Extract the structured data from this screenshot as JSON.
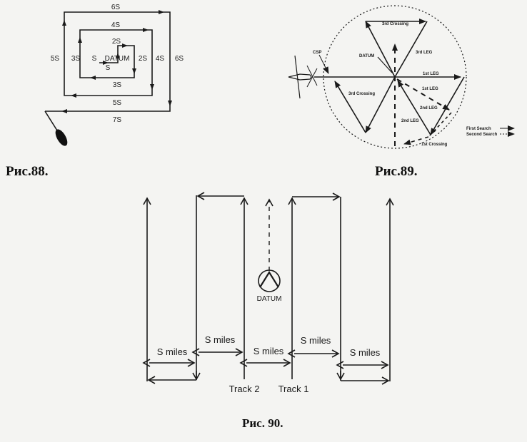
{
  "figures": {
    "fig88": {
      "caption": "Рис.88.",
      "labels": {
        "s6": "6S",
        "s4": "4S",
        "s2": "2S",
        "s5": "5S",
        "s3": "3S",
        "s1": "S",
        "datum": "DATUM",
        "s2r": "2S",
        "s4r": "4S",
        "s6r": "6S",
        "s1b": "S",
        "s3b": "3S",
        "s5b": "5S",
        "s7": "7S"
      }
    },
    "fig89": {
      "caption": "Рис.89.",
      "labels": {
        "crossing3_top": "3rd Crossing",
        "leg3": "3rd LEG",
        "datum": "DATUM",
        "csp": "CSP",
        "leg1": "1st LEG",
        "leg1_second": "1st LEG",
        "leg2": "2nd LEG",
        "leg2_second": "2nd LEG",
        "crossing3_left": "3rd Crossing",
        "crossing1": "1st Crossing"
      },
      "legend": [
        {
          "label": "First Search",
          "style": "solid"
        },
        {
          "label": "Second Search",
          "style": "dashed"
        }
      ]
    },
    "fig90": {
      "caption": "Рис. 90.",
      "labels": {
        "datum": "DATUM",
        "spacing": [
          "S miles",
          "S miles",
          "S miles",
          "S miles",
          "S miles"
        ],
        "track2": "Track 2",
        "track1": "Track 1"
      }
    }
  }
}
